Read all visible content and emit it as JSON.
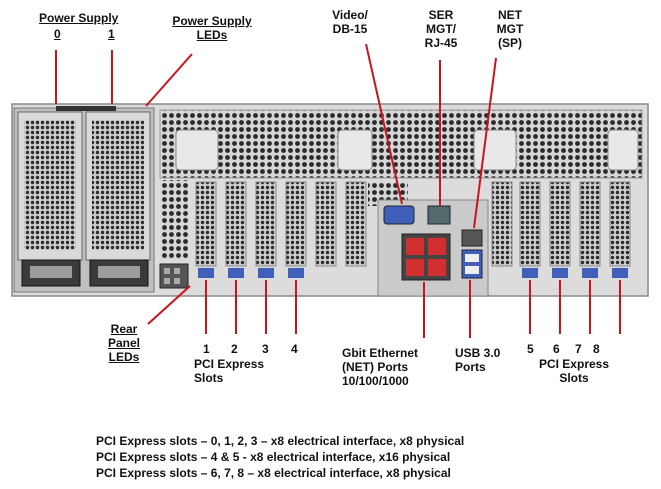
{
  "labels": {
    "power_supply_title": "Power Supply",
    "psu0": "0",
    "psu1": "1",
    "psu_leds_line1": "Power Supply",
    "psu_leds_line2": "LEDs",
    "video_line1": "Video/",
    "video_line2": "DB-15",
    "ser_line1": "SER",
    "ser_line2": "MGT/",
    "ser_line3": "RJ-45",
    "net_line1": "NET",
    "net_line2": "MGT",
    "net_line3": "(SP)",
    "rear_line1": "Rear",
    "rear_line2": "Panel",
    "rear_line3": "LEDs",
    "slot1": "1",
    "slot2": "2",
    "slot3": "3",
    "slot4": "4",
    "pci_left_line1": "PCI Express",
    "pci_left_line2": "Slots",
    "gbit_line1": "Gbit Ethernet",
    "gbit_line2": "(NET) Ports",
    "gbit_line3": "10/100/1000",
    "usb_line1": "USB 3.0",
    "usb_line2": "Ports",
    "slot5": "5",
    "slot6": "6",
    "slot7": "7",
    "slot8": "8",
    "pci_right_line1": "PCI Express",
    "pci_right_line2": "Slots"
  },
  "footnotes": [
    "PCI Express slots – 0, 1, 2, 3 – x8 electrical interface, x8 physical",
    "PCI Express slots – 4 & 5 - x8 electrical interface, x16 physical",
    "PCI Express slots – 6, 7, 8  – x8 electrical interface, x8 physical"
  ],
  "colors": {
    "leader_line": "#c8141c",
    "chassis": "#dcdcdc",
    "chassis_edge": "#8a8a8a",
    "port_blue": "#3f5fb8",
    "net_port_red": "#d23030"
  }
}
